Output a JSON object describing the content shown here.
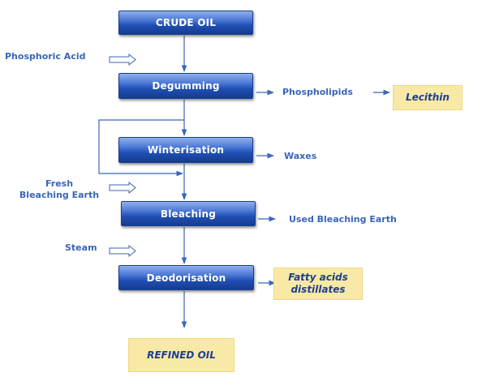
{
  "steps": {
    "crude_oil": "CRUDE OIL",
    "degumming": "Degumming",
    "winterisation": "Winterisation",
    "bleaching": "Bleaching",
    "deodorisation": "Deodorisation"
  },
  "inputs": {
    "phosphoric_acid": "Phosphoric Acid",
    "fresh_bleaching_earth_line1": "Fresh",
    "fresh_bleaching_earth_line2": "Bleaching Earth",
    "steam": "Steam"
  },
  "outputs": {
    "phospholipids": "Phospholipids",
    "waxes": "Waxes",
    "used_bleaching_earth": "Used Bleaching Earth"
  },
  "products": {
    "lecithin": "Lecithin",
    "fatty_acids_line1": "Fatty acids",
    "fatty_acids_line2": "distillates",
    "refined_oil": "REFINED OIL"
  },
  "colors": {
    "box_gradient_top": "#8fb0ec",
    "box_gradient_bottom": "#163b8f",
    "arrow": "#3a66b8",
    "label_text": "#3a66b8",
    "product_fill": "#f9e9a6",
    "product_text": "#1f3f8f"
  }
}
